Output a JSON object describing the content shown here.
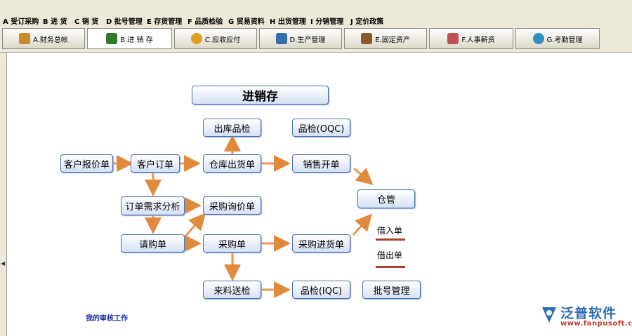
{
  "menu": [
    {
      "label": "A 受订采购",
      "name": "menu-a"
    },
    {
      "label": "B 进 货",
      "name": "menu-b"
    },
    {
      "label": "C 销 货",
      "name": "menu-c"
    },
    {
      "label": "D 批号管理",
      "name": "menu-d"
    },
    {
      "label": "E 存货管理",
      "name": "menu-e"
    },
    {
      "label": "F 品质检验",
      "name": "menu-f"
    },
    {
      "label": "G 贸易资料",
      "name": "menu-g"
    },
    {
      "label": "H 出货管理",
      "name": "menu-h"
    },
    {
      "label": "I 分销管理",
      "name": "menu-i"
    },
    {
      "label": "J 定价政策",
      "name": "menu-j"
    }
  ],
  "tabs": [
    {
      "label": "A.财务总帐",
      "icon": "ledger-icon",
      "color": "#c98a2e"
    },
    {
      "label": "B.进 销 存",
      "icon": "truck-icon",
      "color": "#2f7a2f"
    },
    {
      "label": "C.应收应付",
      "icon": "coin-icon",
      "color": "#e0a020"
    },
    {
      "label": "D.生产管理",
      "icon": "factory-icon",
      "color": "#3a6db0"
    },
    {
      "label": "E.固定资产",
      "icon": "asset-icon",
      "color": "#8a5a2b"
    },
    {
      "label": "F.人事薪资",
      "icon": "people-icon",
      "color": "#c05050"
    },
    {
      "label": "G.考勤管理",
      "icon": "clock-icon",
      "color": "#2f8fbf"
    }
  ],
  "diagram": {
    "title": "进销存",
    "nodes": {
      "outbound_qc": "出库品检",
      "oqc": "品检(OQC)",
      "customer_quote": "客户报价单",
      "customer_order": "客户订单",
      "warehouse_shipment": "仓库出货单",
      "sales_invoice": "销售开单",
      "warehouse": "仓管",
      "order_analysis": "订单需求分析",
      "purchase_inquiry": "采购询价单",
      "requisition": "请购单",
      "purchase_order": "采购单",
      "purchase_receipt": "采购进货单",
      "incoming_inspection": "来料送检",
      "iqc": "品检(IQC)",
      "batch_management": "批号管理"
    },
    "borrow_in": "借入单",
    "borrow_out": "借出单"
  },
  "audit_link": "我的审核工作",
  "logo": {
    "text": "泛普软件",
    "url": "www.fanpusoft.com"
  }
}
